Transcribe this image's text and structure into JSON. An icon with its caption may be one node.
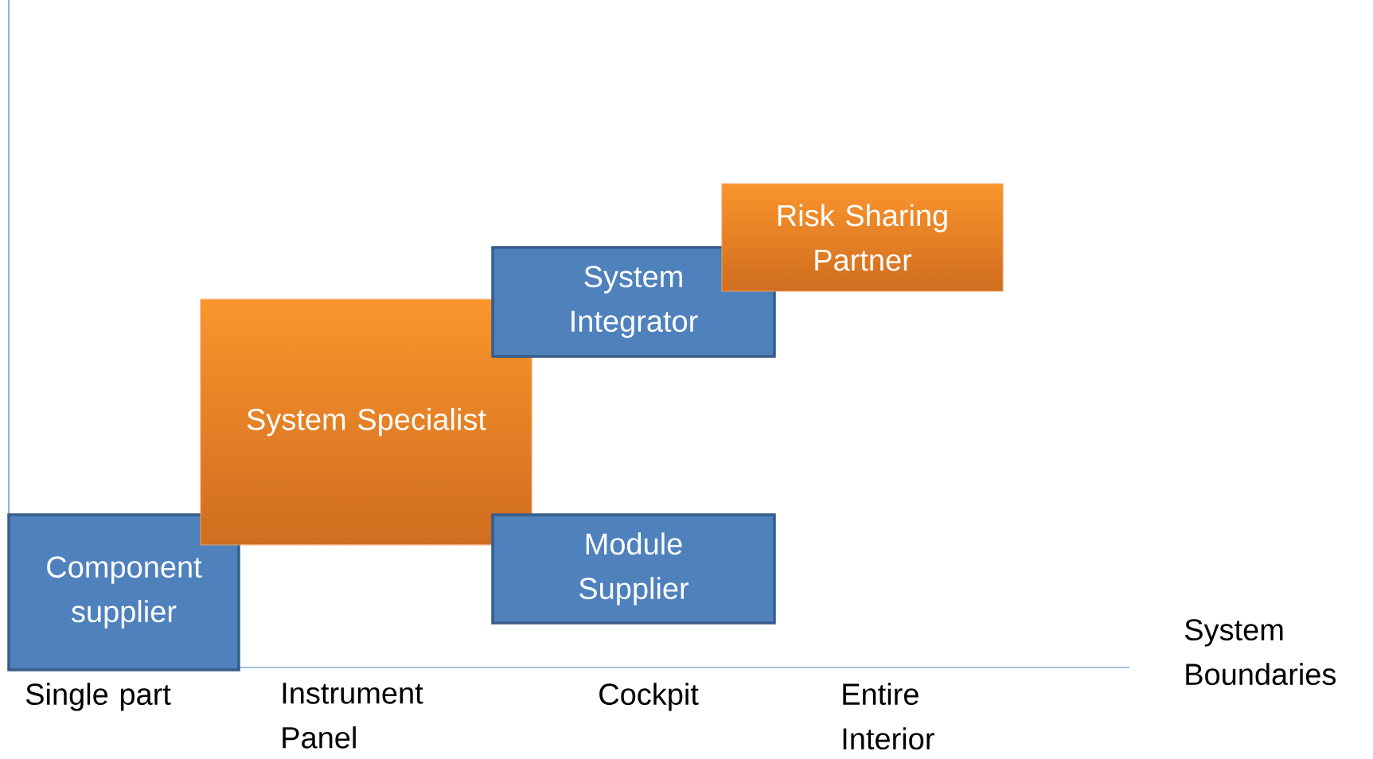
{
  "diagram": {
    "nodes": [
      {
        "text": [
          "Component supplier"
        ]
      },
      {
        "text": [
          "System Specialist"
        ]
      },
      {
        "text": [
          "System Integrator"
        ]
      },
      {
        "text": [
          "Risk Sharing Partner"
        ]
      },
      {
        "text": [
          "Module Supplier"
        ]
      }
    ],
    "labels": [
      "Single part",
      "Instrument Panel",
      "Cockpit",
      "Entire Interior",
      "System Boundaries"
    ]
  }
}
